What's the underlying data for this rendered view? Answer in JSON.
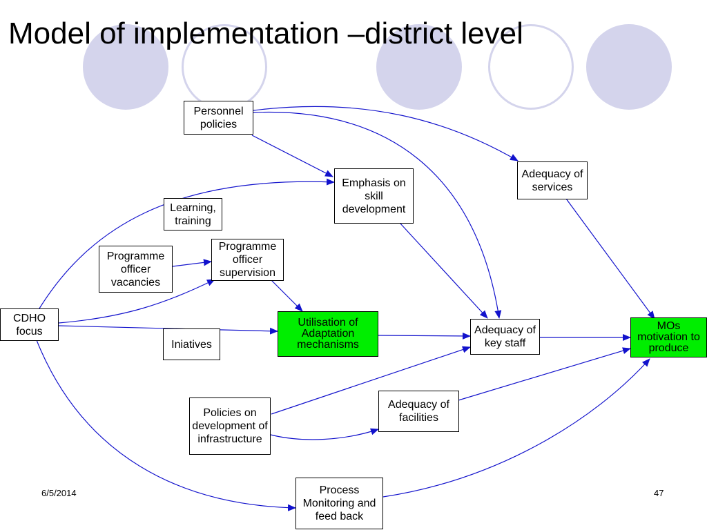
{
  "slide": {
    "title": "Model of implementation –district level",
    "date": "6/5/2014",
    "page_number": "47"
  },
  "colors": {
    "arrow": "#1212cc",
    "highlight": "#00ee00",
    "decor_circle": "#d4d4ec"
  },
  "nodes": {
    "personnel_policies": "Personnel policies",
    "emphasis_skill": "Emphasis on skill development",
    "adequacy_services": "Adequacy of services",
    "learning_training": "Learning, training",
    "po_vacancies": "Programme officer vacancies",
    "po_supervision": "Programme officer supervision",
    "cdho_focus": "CDHO focus",
    "utilisation": "Utilisation of Adaptation mechanisms",
    "adequacy_key_staff": "Adequacy of key staff",
    "mos_motivation": "MOs motivation to produce",
    "initiatives": "Iniatives",
    "policies_infrastructure": "Policies on development of infrastructure",
    "adequacy_facilities": "Adequacy of facilities",
    "process_monitoring": "Process Monitoring and feed back"
  },
  "edges": [
    {
      "from": "personnel_policies",
      "to": "emphasis_skill"
    },
    {
      "from": "personnel_policies",
      "to": "adequacy_services"
    },
    {
      "from": "personnel_policies",
      "to": "adequacy_key_staff"
    },
    {
      "from": "cdho_focus",
      "to": "emphasis_skill"
    },
    {
      "from": "po_vacancies",
      "to": "po_supervision"
    },
    {
      "from": "cdho_focus",
      "to": "po_supervision"
    },
    {
      "from": "po_supervision",
      "to": "utilisation"
    },
    {
      "from": "cdho_focus",
      "to": "utilisation"
    },
    {
      "from": "emphasis_skill",
      "to": "adequacy_key_staff"
    },
    {
      "from": "utilisation",
      "to": "adequacy_key_staff"
    },
    {
      "from": "adequacy_key_staff",
      "to": "mos_motivation"
    },
    {
      "from": "adequacy_services",
      "to": "mos_motivation"
    },
    {
      "from": "policies_infrastructure",
      "to": "adequacy_key_staff"
    },
    {
      "from": "policies_infrastructure",
      "to": "adequacy_facilities"
    },
    {
      "from": "adequacy_facilities",
      "to": "mos_motivation"
    },
    {
      "from": "cdho_focus",
      "to": "process_monitoring"
    },
    {
      "from": "process_monitoring",
      "to": "mos_motivation"
    }
  ]
}
